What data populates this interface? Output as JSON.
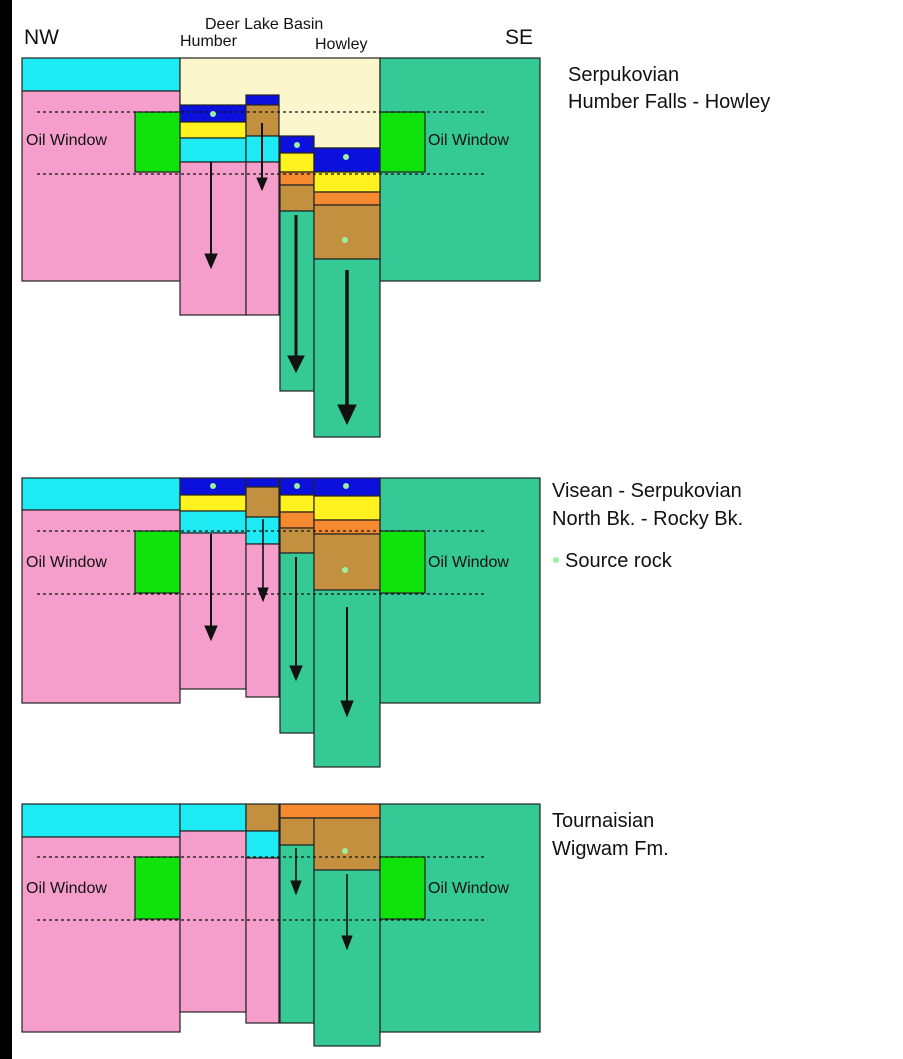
{
  "header": {
    "left_dir": "NW",
    "right_dir": "SE",
    "basin_title": "Deer Lake Basin",
    "left_sub": "Humber",
    "right_sub": "Howley"
  },
  "panels": [
    {
      "line1": "Serpukovian",
      "line2": "Humber Falls - Howley"
    },
    {
      "line1": "Visean - Serpukovian",
      "line2": "North Bk. - Rocky Bk."
    },
    {
      "line1": "Tournaisian",
      "line2": "Wigwam Fm."
    }
  ],
  "oil_window_label": "Oil Window",
  "legend": {
    "source_rock": "Source rock"
  },
  "colors": {
    "pink": "#f59ecb",
    "teal": "#35c996",
    "cyan": "#1deaf2",
    "cream": "#fbf6cc",
    "blue": "#0b10dd",
    "yellow": "#fff21e",
    "orange": "#f5892f",
    "brown": "#c39040",
    "green": "#10e20c",
    "dot": "#9cf09c"
  }
}
